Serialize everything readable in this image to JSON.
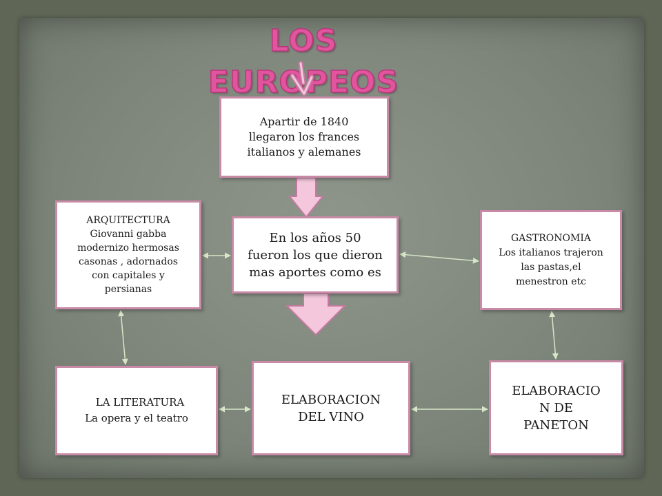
{
  "title": "LOS EUROPEOS",
  "boxes": {
    "top": {
      "line1": "Apartir de  1840",
      "line2": "llegaron los frances",
      "line3": "italianos y  alemanes"
    },
    "center": {
      "line1": "En los años  50",
      "line2": "fueron los que dieron",
      "line3": "mas aportes como es"
    },
    "arquitectura": {
      "line1": "ARQUITECTURA",
      "line2": "Giovanni gabba",
      "line3": "modernizo hermosas",
      "line4": "casonas , adornados",
      "line5": "con capitales y",
      "line6": "persianas"
    },
    "gastronomia": {
      "line1": "GASTRONOMIA",
      "line2": "Los italianos trajeron",
      "line3": "las pastas,el",
      "line4": "menestron etc"
    },
    "literatura": {
      "line1": "LA  LITERATURA",
      "line2": "La opera y el teatro"
    },
    "vino": {
      "line1": "ELABORACION",
      "line2": "DEL VINO"
    },
    "paneton": {
      "line1": "ELABORACIO",
      "line2": "N DE",
      "line3": "PANETON"
    }
  },
  "colors": {
    "title": "#e0559e",
    "box_border": "#c98aa7",
    "arrow_fill": "#f4c7dc",
    "arrow_stroke": "#c47aa0",
    "connector": "#d7e6c8",
    "background": "#5f6656"
  }
}
